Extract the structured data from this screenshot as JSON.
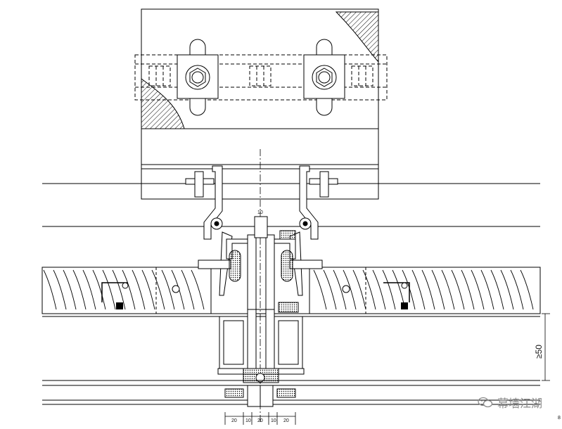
{
  "drawing": {
    "dimension_min": "≥50",
    "bottom_dimensions": [
      "20",
      "10",
      "20",
      "10",
      "20"
    ],
    "center_label": "10",
    "small_label": "8"
  },
  "watermark": {
    "text": "幕墙江湖",
    "icon": "wechat-icon"
  }
}
